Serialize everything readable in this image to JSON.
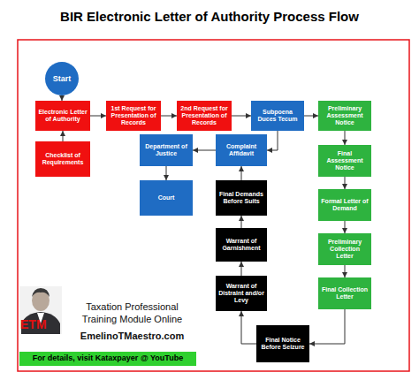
{
  "diagram": {
    "title": "BIR Electronic Letter of Authority Process Flow",
    "nodes": [
      {
        "text": [
          "Start"
        ]
      },
      {
        "text": [
          "Electronic Letter of Authority"
        ]
      },
      {
        "text": [
          "1st Request for Presentation of Records"
        ]
      },
      {
        "text": [
          "2nd Request for Presentation of Records"
        ]
      },
      {
        "text": [
          "Subpoena Duces Tecum"
        ]
      },
      {
        "text": [
          "Preliminary Assessment Notice"
        ]
      },
      {
        "text": [
          "Checklist of Requirements"
        ]
      },
      {
        "text": [
          "Department of Justice"
        ]
      },
      {
        "text": [
          "Complaint Affidavit"
        ]
      },
      {
        "text": [
          "Final Assessment Notice"
        ]
      },
      {
        "text": [
          "Court"
        ]
      },
      {
        "text": [
          "Final Demands Before Suits"
        ]
      },
      {
        "text": [
          "Formal Letter of Demand"
        ]
      },
      {
        "text": [
          "Warrant of Garnishment"
        ]
      },
      {
        "text": [
          "Preliminary Collection Letter"
        ]
      },
      {
        "text": [
          "Warrant of Distraint and/or Levy"
        ]
      },
      {
        "text": [
          "Final Collection Letter"
        ]
      },
      {
        "text": [
          "Final Notice Before Seizure"
        ]
      }
    ],
    "edges": [
      {
        "from": 0,
        "to": 1,
        "arrow": "to"
      },
      {
        "from": 6,
        "to": 1,
        "arrow": "to"
      },
      {
        "from": 1,
        "to": 2,
        "arrow": "to"
      },
      {
        "from": 2,
        "to": 3,
        "arrow": "to"
      },
      {
        "from": 3,
        "to": 4,
        "arrow": "to"
      },
      {
        "from": 4,
        "to": 5,
        "arrow": "to"
      },
      {
        "from": 4,
        "to": 8,
        "arrow": "to"
      },
      {
        "from": 8,
        "to": 7,
        "arrow": "to"
      },
      {
        "from": 7,
        "to": 10,
        "arrow": "to"
      },
      {
        "from": 5,
        "to": 9,
        "arrow": "to"
      },
      {
        "from": 9,
        "to": 12,
        "arrow": "to"
      },
      {
        "from": 12,
        "to": 14,
        "arrow": "to"
      },
      {
        "from": 14,
        "to": 16,
        "arrow": "to"
      },
      {
        "from": 16,
        "to": 17,
        "arrow": "to"
      },
      {
        "from": 17,
        "to": 15,
        "arrow": "to"
      },
      {
        "from": 15,
        "to": 13,
        "arrow": "to"
      },
      {
        "from": 13,
        "to": 11,
        "arrow": "to"
      },
      {
        "from": 11,
        "to": 8,
        "arrow": "to"
      }
    ],
    "labels": [
      "ETM",
      "Taxation Professional Training Module Online",
      "EmelinoTMaestro.com",
      "For details, visit Kataxpayer @ YouTube"
    ]
  }
}
